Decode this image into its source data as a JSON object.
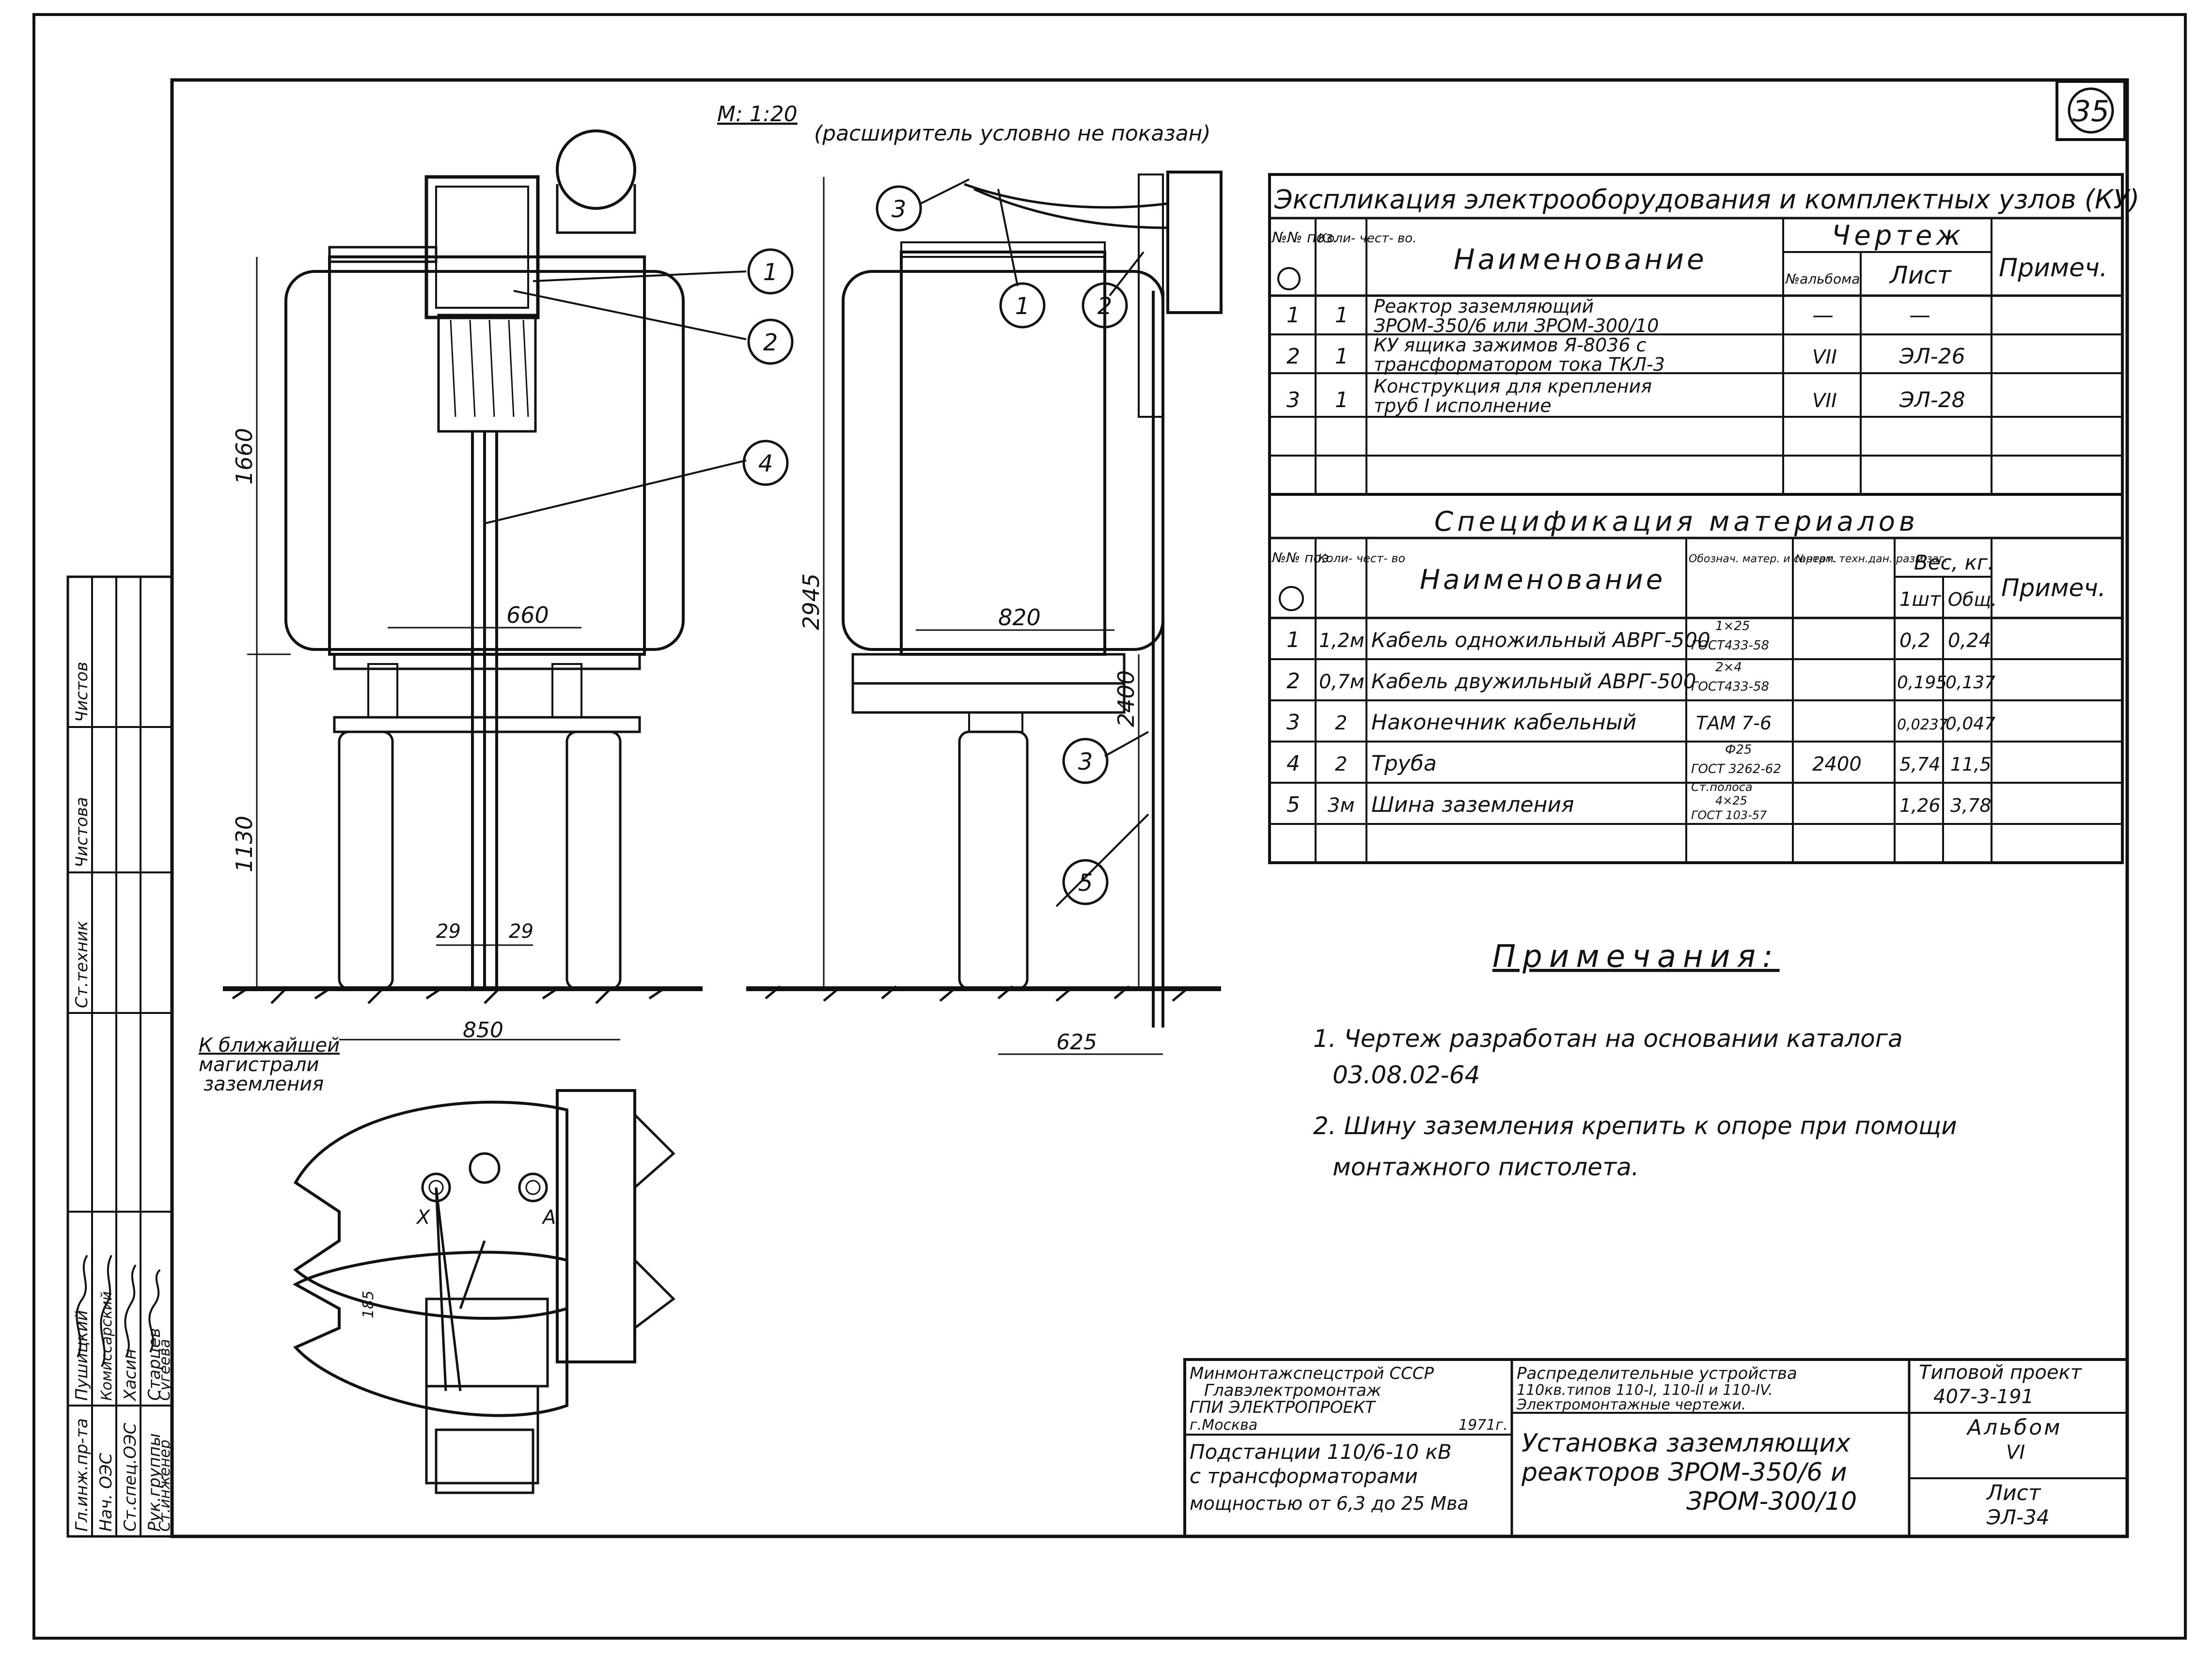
{
  "sheet_badge": "35",
  "scale_label": "М: 1:20",
  "scale_note": "(расширитель условно не показан)",
  "dims": {
    "h1660": "1660",
    "h1130": "1130",
    "w660": "660",
    "w29a": "29",
    "w29b": "29",
    "w850": "850",
    "h2945": "2945",
    "h2400": "2400",
    "w820": "820",
    "w625": "625",
    "d185": "185"
  },
  "callouts": [
    "1",
    "2",
    "3",
    "4",
    "5"
  ],
  "plan_labels": {
    "x": "Х",
    "a": "А"
  },
  "ground_label": [
    "К ближайшей",
    "магистрали",
    "заземления"
  ],
  "equipment_table": {
    "title": "Экспликация электрооборудования и комплектных узлов (КУ)",
    "headers": {
      "pos": "№№ поз.",
      "qty": "Коли- чест- во.",
      "name": "Наименование",
      "drawing": "Чертеж",
      "album": "№альбома",
      "sheet": "Лист",
      "note": "Примеч."
    },
    "rows": [
      {
        "pos": "1",
        "qty": "1",
        "name": [
          "Реактор заземляющий",
          "ЗРОМ-350/6 или ЗРОМ-300/10"
        ],
        "album": "—",
        "sheet": "—"
      },
      {
        "pos": "2",
        "qty": "1",
        "name": [
          "КУ ящика зажимов Я-8036 с",
          "трансформатором тока ТКЛ-3"
        ],
        "album": "VII",
        "sheet": "ЭЛ-26"
      },
      {
        "pos": "3",
        "qty": "1",
        "name": [
          "Конструкция для крепления",
          "труб  I исполнение"
        ],
        "album": "VII",
        "sheet": "ЭЛ-28"
      }
    ]
  },
  "materials_table": {
    "title": "Спецификация материалов",
    "headers": {
      "pos": "№№ поз.",
      "qty": "Коли- чест- во",
      "name": "Наименование",
      "designation": "Обознач. матер. и сортам.",
      "doc": "№черт. техн.дан. разм.заг.",
      "weight": "Вес, кг.",
      "unit": "1шт.",
      "total": "Общ.",
      "note": "Примеч."
    },
    "rows": [
      {
        "pos": "1",
        "qty": "1,2м",
        "name": "Кабель одножильный АВРГ-500",
        "designation": [
          "1×25",
          "ГОСТ433-58"
        ],
        "doc": "",
        "unit": "0,2",
        "total": "0,24"
      },
      {
        "pos": "2",
        "qty": "0,7м",
        "name": "Кабель двужильный АВРГ-500",
        "designation": [
          "2×4",
          "ГОСТ433-58"
        ],
        "doc": "",
        "unit": "0,195",
        "total": "0,137"
      },
      {
        "pos": "3",
        "qty": "2",
        "name": "Наконечник кабельный",
        "designation": [
          "ТАМ 7-6"
        ],
        "doc": "",
        "unit": "0,0237",
        "total": "0,047"
      },
      {
        "pos": "4",
        "qty": "2",
        "name": "Труба",
        "designation": [
          "Ф25",
          "ГОСТ 3262-62"
        ],
        "doc": "2400",
        "unit": "5,74",
        "total": "11,5"
      },
      {
        "pos": "5",
        "qty": "3м",
        "name": "Шина заземления",
        "designation": [
          "Ст.полоса",
          "4×25",
          "ГОСТ 103-57"
        ],
        "doc": "",
        "unit": "1,26",
        "total": "3,78"
      }
    ]
  },
  "notes": {
    "title": "Примечания:",
    "items": [
      [
        "1. Чертеж разработан на основании каталога",
        "03.08.02-64"
      ],
      [
        "2. Шину заземления крепить к опоре при помощи",
        "монтажного пистолета."
      ]
    ]
  },
  "title_block": {
    "org": [
      "Минмонтажспецстрой СССР",
      "Главэлектромонтаж",
      "ГПИ ЭЛЕКТРОПРОЕКТ",
      "г.Москва",
      "1971г."
    ],
    "subject": [
      "Подстанции 110/6-10 кВ",
      "с трансформаторами",
      "мощностью от 6,3 до 25 Мва"
    ],
    "series": [
      "Распределительные устройства",
      "110кв.типов 110-I, 110-II и 110-IV.",
      "Электромонтажные чертежи."
    ],
    "drawing_title": [
      "Установка заземляющих",
      "реакторов ЗРОМ-350/6 и",
      "ЗРОМ-300/10"
    ],
    "project_label": "Типовой проект",
    "project_no": "407-3-191",
    "album_label": "Альбом",
    "album_no": "VI",
    "sheet_label": "Лист",
    "sheet_no": "ЭЛ-34"
  },
  "side_stamp": {
    "roles": [
      "Гл.инж.пр-та",
      "Нач. ОЭС",
      "Ст.спец.ОЭС",
      "Рук.группы",
      "Ст.инженер",
      "Ст.техник",
      "Чистова",
      "Чистов"
    ],
    "names": [
      "Пушицкий",
      "Комиссарский",
      "Хасин",
      "Старцев",
      "Сугеева"
    ]
  }
}
